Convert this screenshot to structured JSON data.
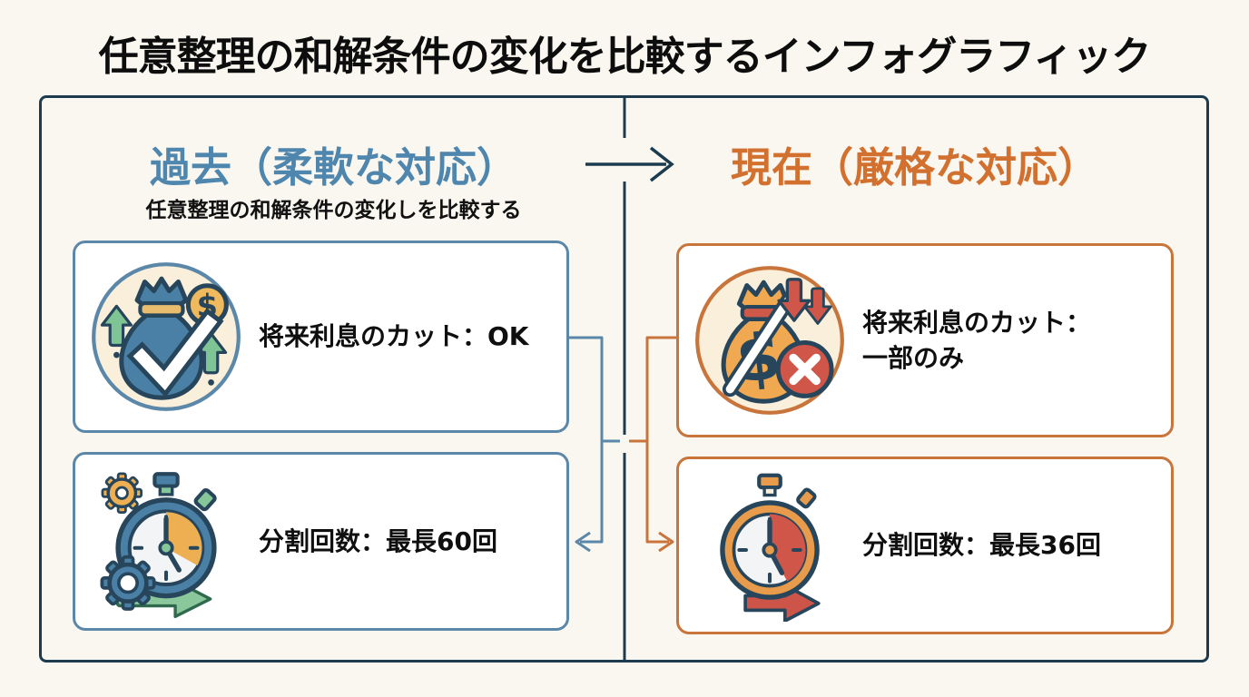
{
  "title": "任意整理の和解条件の変化を比較するインフォグラフィック",
  "colors": {
    "background": "#faf7f0",
    "frame_outline": "#1c3b4f",
    "past_accent": "#4e86ae",
    "past_border": "#5b87a8",
    "present_accent": "#d1702f",
    "present_border": "#c8743b"
  },
  "left_panel": {
    "header": "過去（柔軟な対応）",
    "subtitle": "任意整理の和解条件の変化しを比較する",
    "cards": [
      {
        "icon": "money-bag-check-icon",
        "label": "将来利息のカット：OK"
      },
      {
        "icon": "stopwatch-gears-icon",
        "label": "分割回数：最長60回"
      }
    ]
  },
  "right_panel": {
    "header": "現在（厳格な対応）",
    "cards": [
      {
        "icon": "money-bag-x-icon",
        "label": "将来利息のカット：",
        "label2": "一部のみ"
      },
      {
        "icon": "stopwatch-red-icon",
        "label": "分割回数：最長36回"
      }
    ]
  }
}
